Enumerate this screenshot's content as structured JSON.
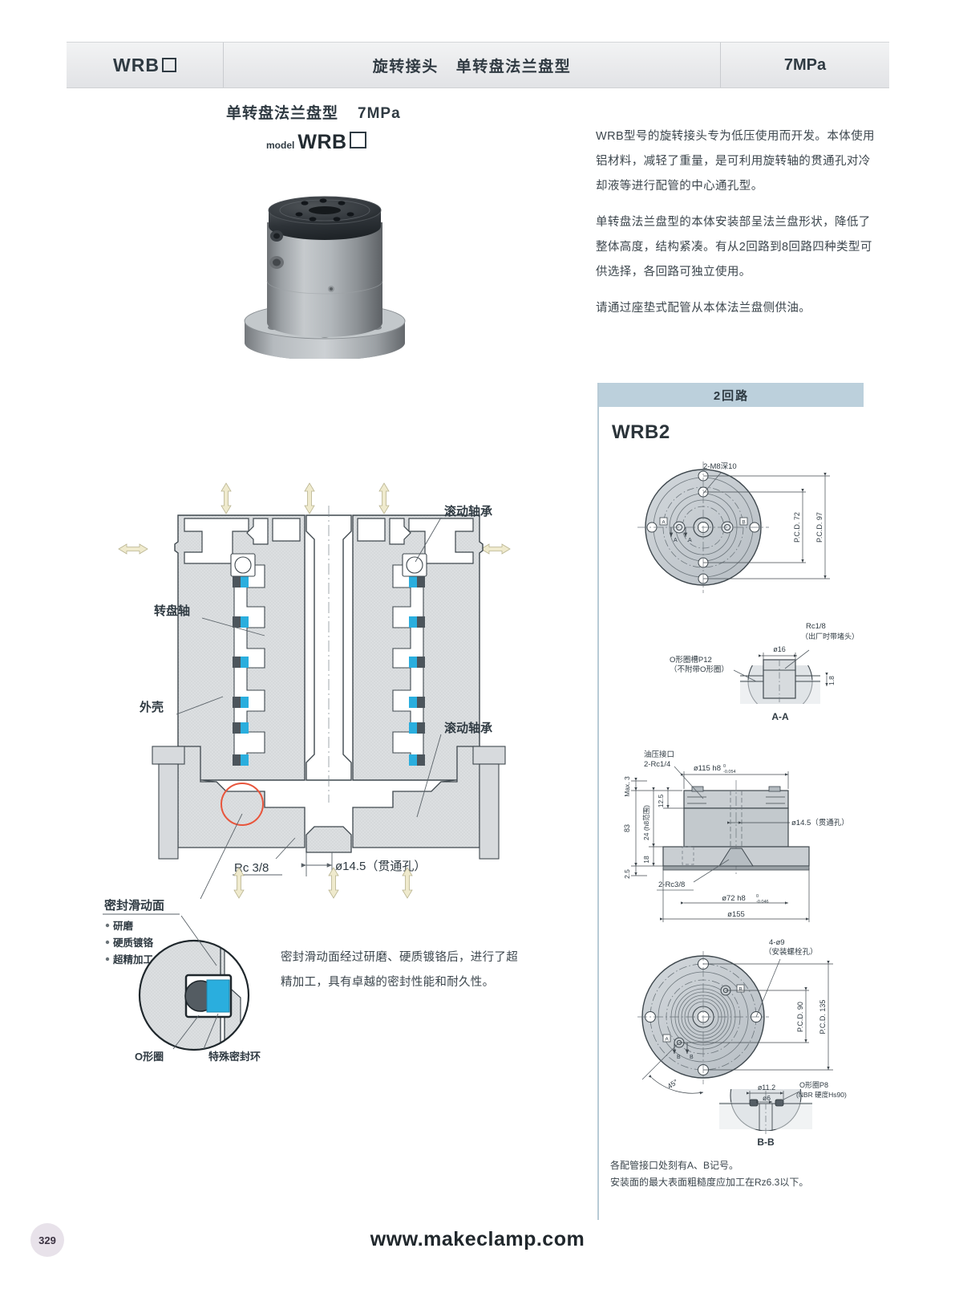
{
  "header": {
    "model": "WRB",
    "model_suffix_box": true,
    "title_a": "旋转接头",
    "title_b": "单转盘法兰盘型",
    "pressure": "7MPa"
  },
  "product": {
    "title": "单转盘法兰盘型",
    "title_pressure": "7MPa",
    "model_prefix": "model",
    "model_name": "WRB",
    "photo_alt": "rotary-joint-photo"
  },
  "description": {
    "p1": "WRB型号的旋转接头专为低压使用而开发。本体使用铝材料，减轻了重量，是可利用旋转轴的贯通孔对冷却液等进行配管的中心通孔型。",
    "p2": "单转盘法兰盘型的本体安装部呈法兰盘形状，降低了整体高度，结构紧凑。有从2回路到8回路四种类型可供选择，各回路可独立使用。",
    "p3": "请通过座垫式配管从本体法兰盘侧供油。"
  },
  "cross_section": {
    "label_bearing_top": "滚动轴承",
    "label_bearing_bottom": "滚动轴承",
    "label_shaft": "转盘轴",
    "label_housing": "外壳",
    "label_rc38": "Rc 3/8",
    "label_bore": "ø14.5（贯通孔）"
  },
  "seal_detail": {
    "title": "密封滑动面",
    "bullets": [
      "研磨",
      "硬质镀铬",
      "超精加工"
    ],
    "label_oring": "O形圈",
    "label_special_ring": "特殊密封环",
    "text": "密封滑动面经过研磨、硬质镀铬后，进行了超精加工，具有卓越的密封性能和耐久性。"
  },
  "panel": {
    "circuit_header": "2回路",
    "model": "WRB2",
    "top_view": {
      "label_m8": "2-M8深10",
      "pcd_72": "P.C.D. 72",
      "pcd_97": "P.C.D. 97",
      "mark_a_left": "A",
      "mark_b_right": "B",
      "arrow_a_1": "A",
      "arrow_a_2": "A"
    },
    "section_aa": {
      "title": "A-A",
      "label_rc18": "Rc1/8",
      "label_rc18_note": "（出厂时带堵头）",
      "dim_16": "ø16",
      "dim_18": "1.8",
      "label_oring_groove": "O形圈槽P12",
      "label_oring_note": "（不附带O形圈）"
    },
    "side_view": {
      "label_port": "油压接口",
      "label_port_size": "2-Rc1/4",
      "dim_max3": "Max. 3",
      "dim_83": "83",
      "dim_25": "2.5",
      "dim_125": "12.5",
      "dim_24": "24 (h8范围)",
      "dim_18": "18",
      "dim_115": "ø115 h8",
      "dim_115_tol_up": "0",
      "dim_115_tol_dn": "-0.054",
      "dim_145": "ø14.5（贯通孔）",
      "label_rc38": "2-Rc3/8",
      "dim_72": "ø72 h8",
      "dim_72_tol_up": "0",
      "dim_72_tol_dn": "-0.046",
      "dim_155": "ø155"
    },
    "bottom_view": {
      "title": "B-B",
      "label_bolt": "4-ø9",
      "label_bolt_note": "（安装螺栓孔）",
      "pcd_90": "P.C.D. 90",
      "pcd_135": "P.C.D. 135",
      "angle_45": "45°",
      "mark_a": "A",
      "mark_b": "B",
      "arrow_b_1": "B",
      "arrow_b_2": "B",
      "dim_112": "ø11.2",
      "dim_6": "ø6",
      "label_oring_p8": "O形圈P8",
      "label_oring_p8_note": "(NBR 硬度Hs90)"
    },
    "notes": [
      "各配管接口处刻有A、B记号。",
      "安装面的最大表面粗糙度应加工在Rz6.3以下。"
    ]
  },
  "footer": {
    "page_number": "329",
    "website": "www.makeclamp.com"
  },
  "colors": {
    "header_bg": "#e9eaec",
    "panel_header": "#bcd0dc",
    "metal": "#c9cdd1",
    "accent_cyan": "#2aaede",
    "dark_seal": "#4c555c",
    "arrow": "#efeacd",
    "red_circle": "#e8553c"
  }
}
